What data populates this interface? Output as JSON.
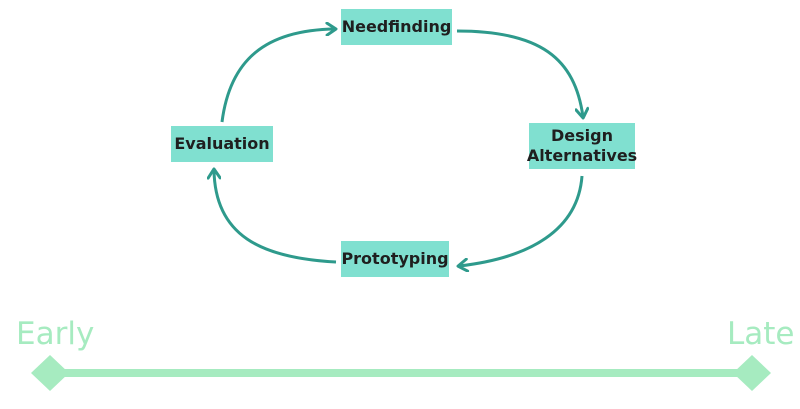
{
  "colors": {
    "node_fill": "#80e0d0",
    "arrow": "#2e9a8c",
    "timeline": "#a6ebc0"
  },
  "cycle": {
    "nodes": [
      {
        "id": "needfinding",
        "label": "Needfinding"
      },
      {
        "id": "design_alternatives",
        "label": "Design Alternatives",
        "lines": [
          "Design",
          "Alternatives"
        ]
      },
      {
        "id": "prototyping",
        "label": "Prototyping"
      },
      {
        "id": "evaluation",
        "label": "Evaluation"
      }
    ],
    "edges": [
      {
        "from": "needfinding",
        "to": "design_alternatives"
      },
      {
        "from": "design_alternatives",
        "to": "prototyping"
      },
      {
        "from": "prototyping",
        "to": "evaluation"
      },
      {
        "from": "evaluation",
        "to": "needfinding"
      }
    ]
  },
  "timeline": {
    "start_label": "Early",
    "end_label": "Late"
  }
}
